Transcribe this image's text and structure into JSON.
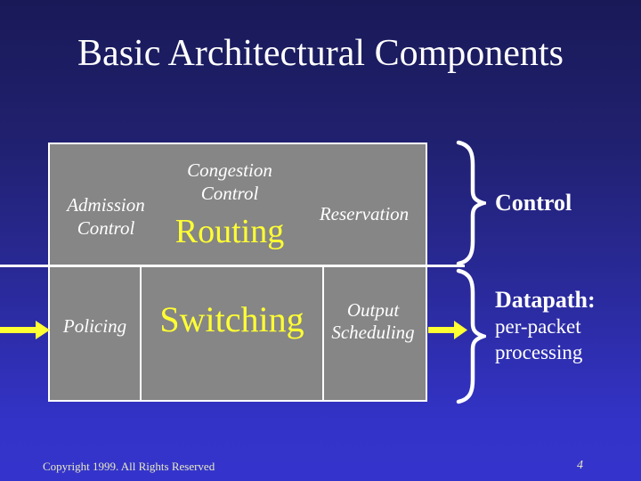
{
  "slide": {
    "title": "Basic Architectural Components",
    "footer": {
      "copyright": "Copyright 1999. All Rights Reserved",
      "page_number": "4"
    }
  },
  "diagram": {
    "control_row": {
      "admission_line1": "Admission",
      "admission_line2": "Control",
      "congestion_line1": "Congestion",
      "congestion_line2": "Control",
      "routing": "Routing",
      "reservation": "Reservation"
    },
    "datapath_row": {
      "policing": "Policing",
      "switching": "Switching",
      "output_line1": "Output",
      "output_line2": "Scheduling"
    },
    "annotations": {
      "control": "Control",
      "datapath_heading": "Datapath:",
      "datapath_line1": "per-packet",
      "datapath_line2": "processing"
    },
    "icons": {
      "ingress_arrow": "right-arrow",
      "egress_arrow": "right-arrow",
      "control_brace": "curly-brace-right",
      "datapath_brace": "curly-brace-right"
    },
    "colors": {
      "background_top": "#191958",
      "background_bottom": "#3434cd",
      "box_fill": "#868686",
      "box_border": "#ffffff",
      "highlight_text": "#ffff33",
      "body_text": "#ffffff",
      "footer_text": "#e9e9c0"
    }
  }
}
